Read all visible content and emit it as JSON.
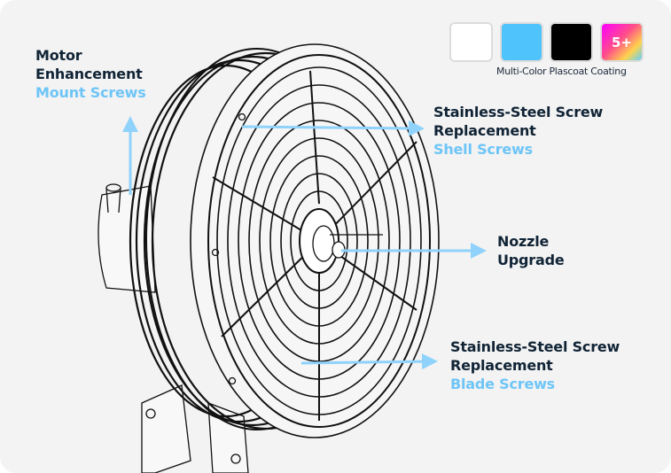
{
  "callouts": {
    "motor": {
      "title_line1": "Motor",
      "title_line2": "Enhancement",
      "subtitle": "Mount Screws"
    },
    "shell": {
      "title_line1": "Stainless-Steel Screw",
      "title_line2": "Replacement",
      "subtitle": "Shell Screws"
    },
    "nozzle": {
      "title_line1": "Nozzle",
      "title_line2": "Upgrade"
    },
    "blade": {
      "title_line1": "Stainless-Steel Screw",
      "title_line2": "Replacement",
      "subtitle": "Blade Screws"
    }
  },
  "colors": {
    "swatches": [
      "#ffffff",
      "#4fc3fb",
      "#000000"
    ],
    "more_label": "5+",
    "caption": "Multi-Color Plascoat Coating",
    "accent": "#6ec5f7",
    "text": "#112436"
  }
}
